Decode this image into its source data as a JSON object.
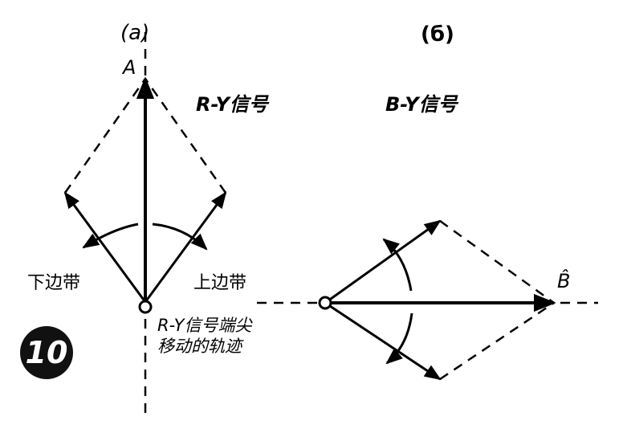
{
  "panels": {
    "a": {
      "label": "(a)",
      "title": "R-Y信号",
      "vector_label": "A",
      "lower_sideband": "下边带",
      "upper_sideband": "上边带",
      "trace_caption_line1": "R-Y信号端尖",
      "trace_caption_line2": "移动的轨迹"
    },
    "b": {
      "label": "(б)",
      "title": "B-Y信号",
      "vector_label": "B̂"
    }
  },
  "figure_number": "10",
  "colors": {
    "ink": "#000000",
    "background": "#ffffff"
  }
}
